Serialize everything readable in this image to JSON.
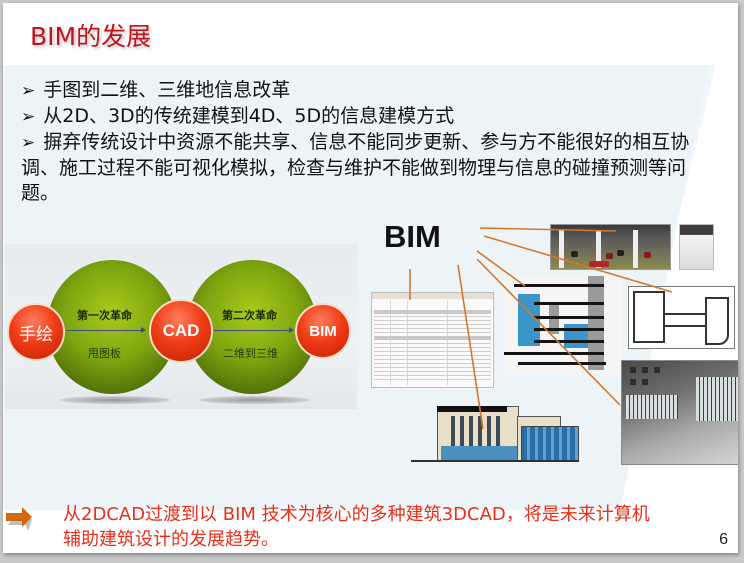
{
  "slide": {
    "title": "BIM的发展",
    "page_number": "6",
    "colors": {
      "title": "#c0141d",
      "conclusion": "#e8301b",
      "arrow": "#d06a10",
      "connector": "#d9762a",
      "circle_red": "#ef3d17",
      "circle_green": "#7fa510"
    }
  },
  "bullets": [
    {
      "icon": "arrow-bullet-icon",
      "glyph": "➢",
      "text": "手图到二维、三维地信息改革"
    },
    {
      "icon": "arrow-bullet-icon",
      "glyph": "➢",
      "text": "从2D、3D的传统建模到4D、5D的信息建模方式"
    },
    {
      "icon": "arrow-bullet-icon",
      "glyph": "➢",
      "text": "摒弃传统设计中资源不能共享、信息不能同步更新、参与方不能很好的相互协调、施工过程不能可视化模拟，检查与维护不能做到物理与信息的碰撞预测等问题。"
    }
  ],
  "evolution_diagram": {
    "stages": [
      "手绘",
      "CAD",
      "BIM"
    ],
    "revolutions": [
      {
        "label": "第一次革命",
        "description": "甩图板"
      },
      {
        "label": "第二次革命",
        "description": "二维到三维"
      }
    ]
  },
  "bim_collage": {
    "heading": "BIM",
    "images": [
      "interior-render",
      "interior-render-detail",
      "door-schedule-table",
      "building-section",
      "floor-plan",
      "building-elevation",
      "courtyard-render"
    ]
  },
  "conclusion": {
    "icon": "right-arrow-icon",
    "text": "从2DCAD过渡到以 BIM 技术为核心的多种建筑3DCAD，将是未来计算机辅助建筑设计的发展趋势。"
  }
}
